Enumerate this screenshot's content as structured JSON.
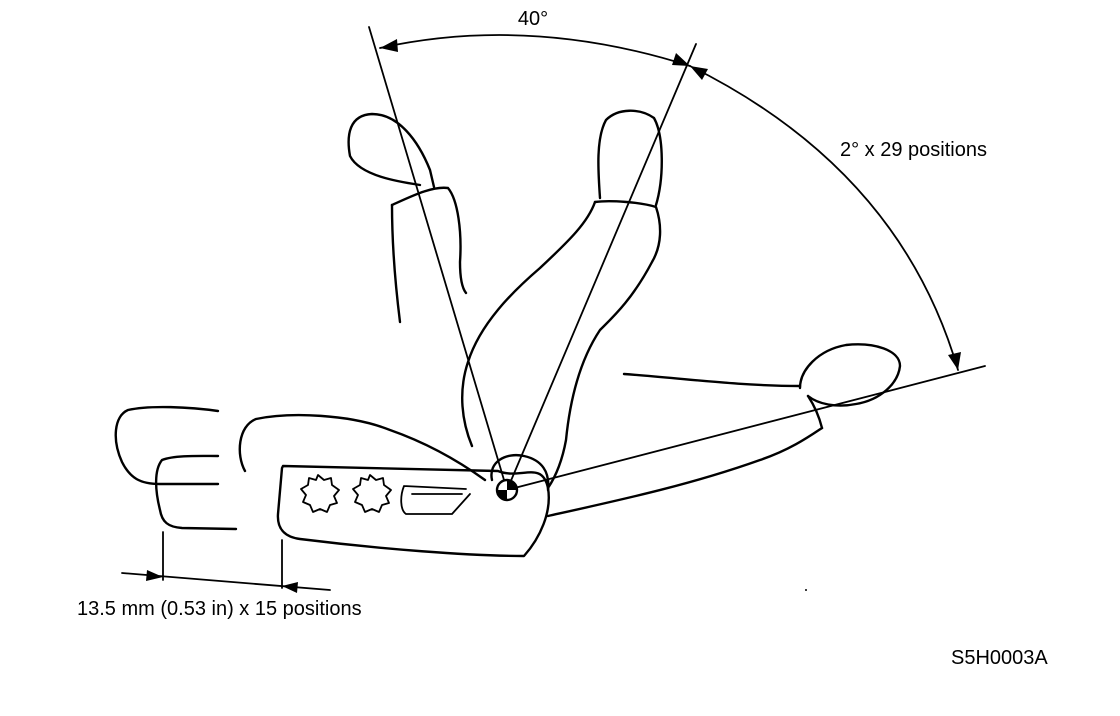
{
  "labels": {
    "angle_range": "40°",
    "recline_steps": "2° x 29 positions",
    "slide_steps": "13.5 mm (0.53 in) x 15 positions",
    "figure_code": "S5H0003A"
  }
}
